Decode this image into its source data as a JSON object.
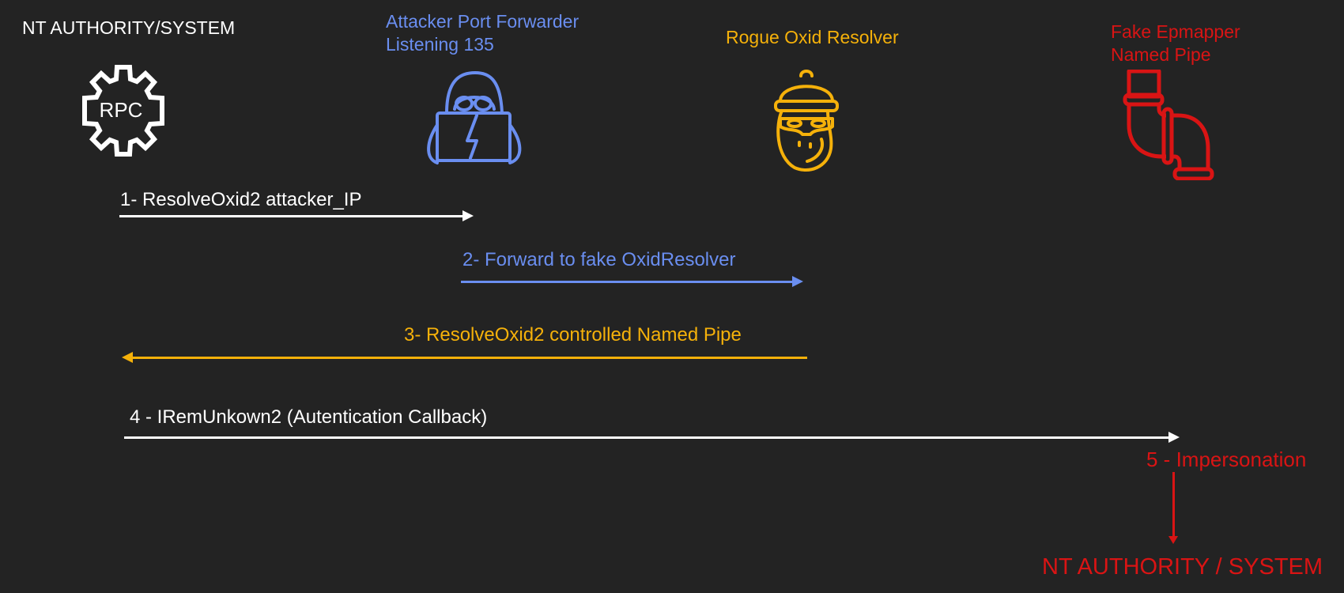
{
  "colors": {
    "background": "#232323",
    "white": "#ffffff",
    "blue": "#6a8ef0",
    "orange": "#f5b10a",
    "red": "#d91414"
  },
  "actors": [
    {
      "id": "rpc",
      "title": "NT AUTHORITY/SYSTEM",
      "icon": "gear-icon",
      "icon_text": "RPC",
      "color": "#ffffff"
    },
    {
      "id": "forwarder",
      "title": "Attacker Port Forwarder\nListening 135",
      "icon": "hacker-laptop-icon",
      "color": "#6a8ef0"
    },
    {
      "id": "resolver",
      "title": "Rogue Oxid Resolver",
      "icon": "masked-robber-icon",
      "color": "#f5b10a"
    },
    {
      "id": "pipe",
      "title": "Fake Epmapper\nNamed Pipe",
      "icon": "pipe-icon",
      "color": "#d91414"
    }
  ],
  "messages": [
    {
      "step": 1,
      "label": "1- ResolveOxid2 attacker_IP",
      "direction": "right",
      "color": "#ffffff"
    },
    {
      "step": 2,
      "label": "2- Forward to fake OxidResolver",
      "direction": "right",
      "color": "#6a8ef0"
    },
    {
      "step": 3,
      "label": "3- ResolveOxid2 controlled Named Pipe",
      "direction": "left",
      "color": "#f5b10a"
    },
    {
      "step": 4,
      "label": "4 - IRemUnkown2 (Autentication Callback)",
      "direction": "right",
      "color": "#ffffff"
    },
    {
      "step": 5,
      "label": "5 - Impersonation",
      "direction": "down",
      "color": "#d91414"
    }
  ],
  "result": {
    "label": "NT AUTHORITY / SYSTEM",
    "color": "#d91414"
  }
}
